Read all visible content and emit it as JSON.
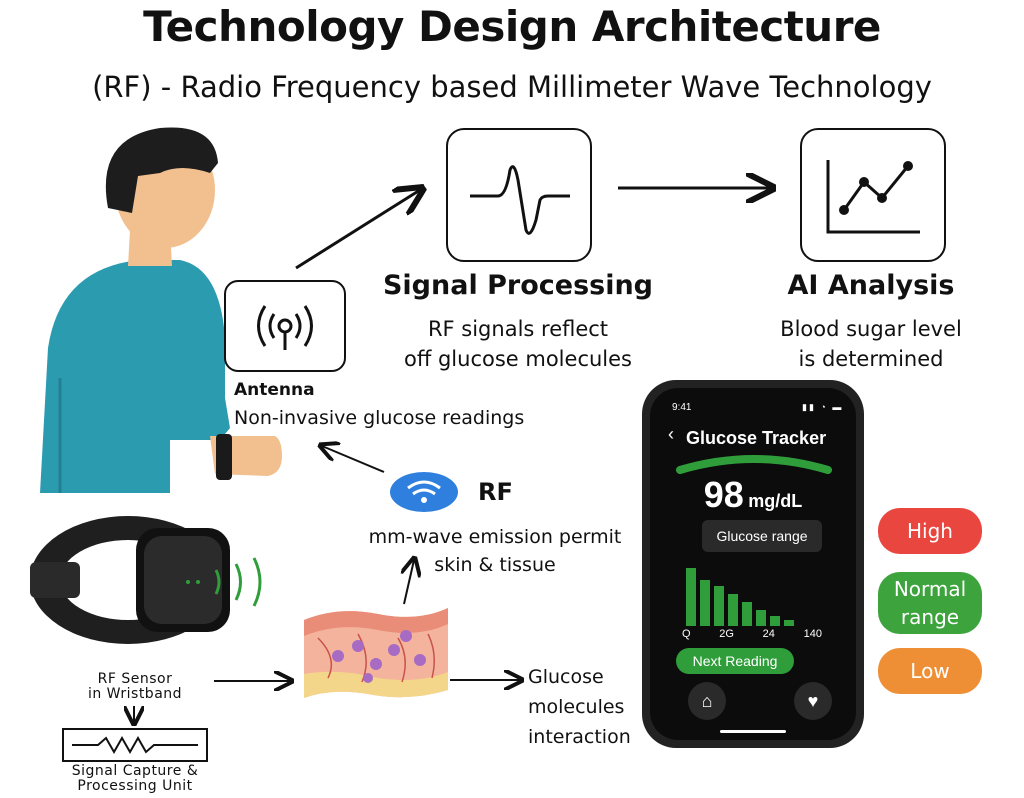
{
  "title": "Technology Design Architecture",
  "subtitle": "(RF) - Radio Frequency based Millimeter Wave Technology",
  "signal": {
    "title": "Signal Processing",
    "line1": "RF signals reflect",
    "line2": "off glucose molecules"
  },
  "ai": {
    "title": "AI Analysis",
    "line1": "Blood sugar level",
    "line2": "is determined"
  },
  "antenna": {
    "title": "Antenna",
    "desc": "Non-invasive glucose readings"
  },
  "rf": {
    "title": "RF",
    "line1": "mm-wave emission permit",
    "line2": "skin & tissue"
  },
  "sensor": {
    "line1": "RF Sensor",
    "line2": "in Wristband"
  },
  "capture": {
    "line1": "Signal Capture &",
    "line2": "Processing Unit"
  },
  "glucose_note": {
    "line1": "Glucose",
    "line2": "molecules",
    "line3": "interaction"
  },
  "phone": {
    "time": "9:41",
    "app_title": "Glucose Tracker",
    "value": "98",
    "unit": "mg/dL",
    "range_label": "Glucose range",
    "x_labels": [
      "Q",
      "2G",
      "24",
      "140"
    ],
    "next_reading": "Next Reading"
  },
  "levels": {
    "high": "High",
    "normal1": "Normal",
    "normal2": "range",
    "low": "Low"
  },
  "colors": {
    "high": "#e9463f",
    "normal": "#3da33d",
    "low": "#ef8f35",
    "accent": "#2f9e3a",
    "shirt": "#2b9bb0",
    "skin": "#f2c08f"
  }
}
